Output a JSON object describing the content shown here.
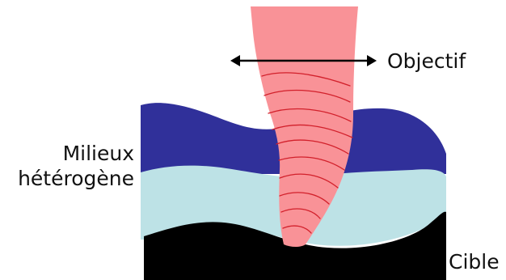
{
  "labels": {
    "objectif": "Objectif",
    "milieux_line1": "Milieux",
    "milieux_line2": "hétérogène",
    "cible": "Cible"
  },
  "colors": {
    "beam_fill": "#f99297",
    "beam_lines": "#d2202b",
    "dark_layer": "#30309a",
    "light_layer": "#bde2e6",
    "target": "#000000",
    "arrow": "#000000"
  },
  "icons": {
    "arrow": "double-headed-arrow-icon"
  }
}
